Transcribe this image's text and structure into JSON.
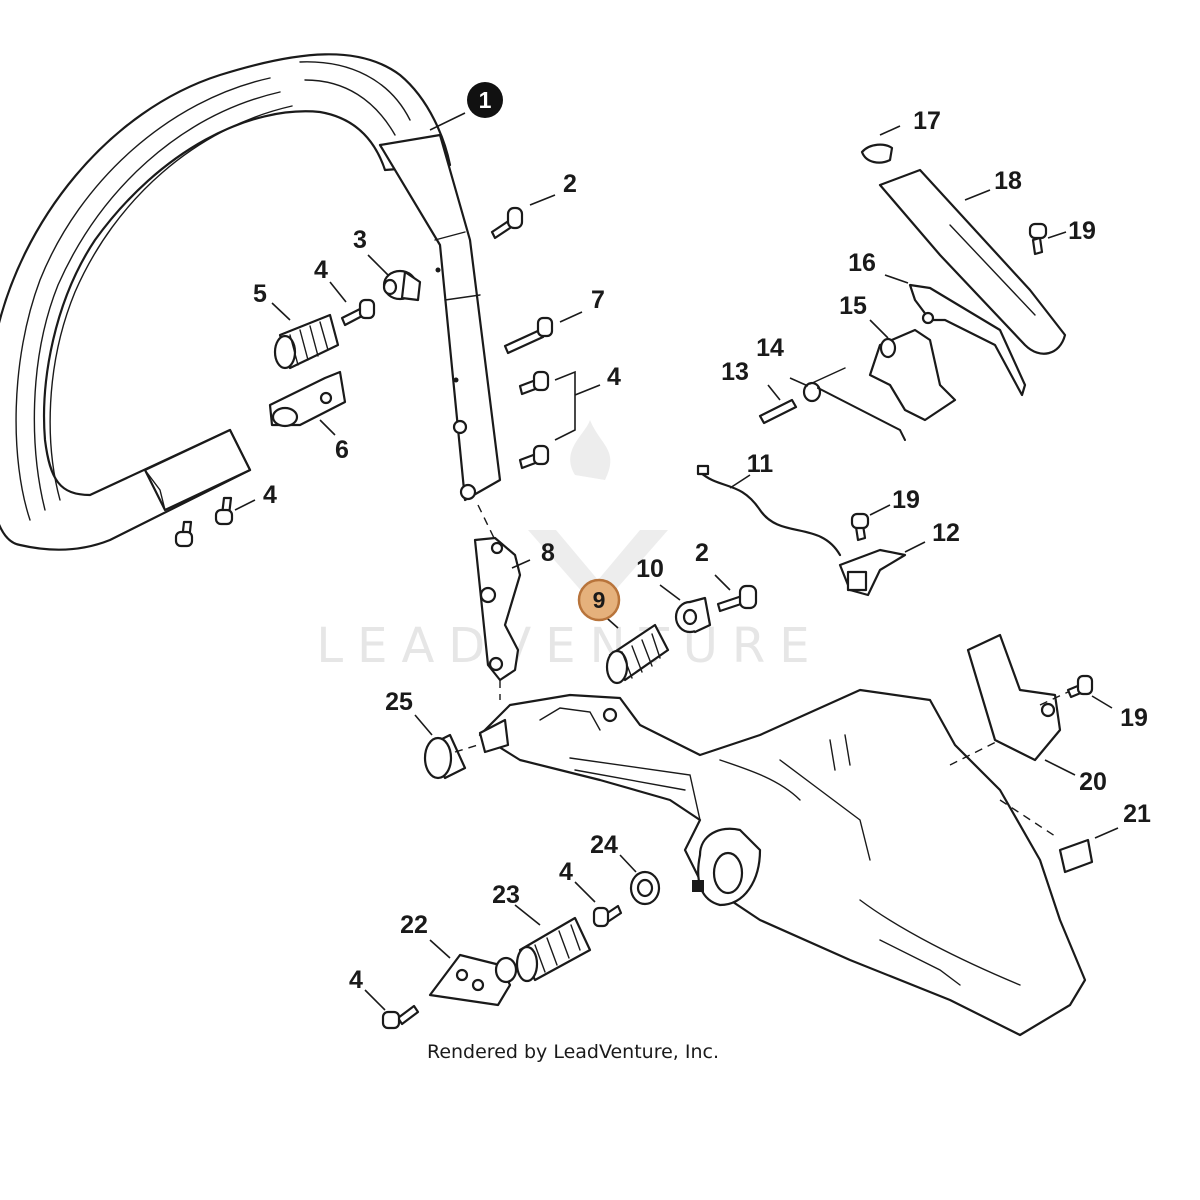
{
  "diagram": {
    "watermark": "LEADVENTURE",
    "credit": "Rendered by LeadVenture, Inc.",
    "colors": {
      "line": "#1a1a1a",
      "highlight_fill": "#e5b17c",
      "highlight_stroke": "#b8743b",
      "badge_dark": "#111111",
      "watermark": "#e6e6e6"
    },
    "callouts": {
      "c1": "1",
      "c2a": "2",
      "c2b": "2",
      "c3": "3",
      "c4a": "4",
      "c4b": "4",
      "c4c": "4",
      "c4d": "4",
      "c4e": "4",
      "c5": "5",
      "c6": "6",
      "c7": "7",
      "c8": "8",
      "c9": "9",
      "c10": "10",
      "c11": "11",
      "c12": "12",
      "c13": "13",
      "c14": "14",
      "c15": "15",
      "c16": "16",
      "c17": "17",
      "c18": "18",
      "c19a": "19",
      "c19b": "19",
      "c19c": "19",
      "c20": "20",
      "c21": "21",
      "c22": "22",
      "c23": "23",
      "c24": "24",
      "c25": "25"
    }
  }
}
